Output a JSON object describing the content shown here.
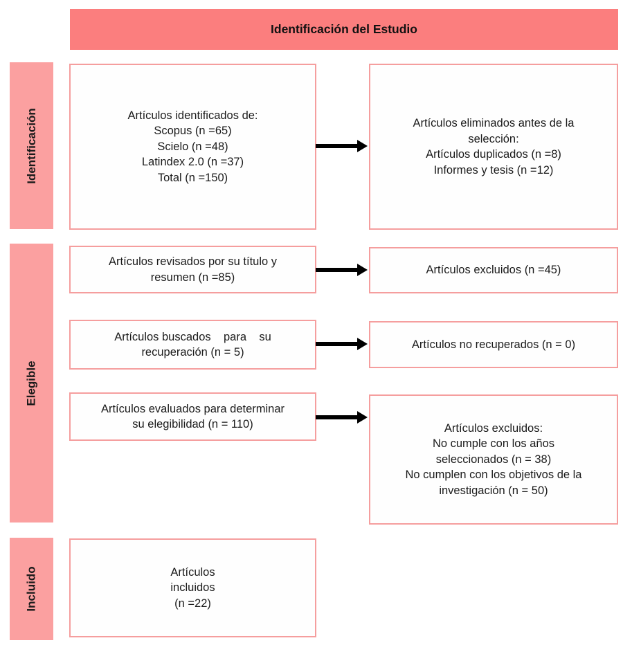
{
  "header": {
    "title": "Identificación del Estudio"
  },
  "stages": [
    {
      "label": "Identificación"
    },
    {
      "label": "Elegible"
    },
    {
      "label": "Incluido"
    }
  ],
  "boxes": {
    "identified": {
      "text": "Artículos identificados de:\nScopus (n =65)\nScielo (n =48)\nLatindex 2.0 (n =37)\nTotal (n =150)"
    },
    "removed_before_screening": {
      "text": "Artículos eliminados antes de la\nselección:\nArtículos duplicados (n =8)\nInformes y tesis (n =12)"
    },
    "screened": {
      "text": "Artículos revisados por su título y\nresumen (n =85)"
    },
    "excluded": {
      "text": "Artículos excluidos (n =45)"
    },
    "sought": {
      "text": "Artículos buscados    para    su\nrecuperación (n = 5)"
    },
    "not_retrieved": {
      "text": "Artículos no recuperados (n = 0)"
    },
    "assessed": {
      "text": "Artículos evaluados para determinar\nsu elegibilidad (n = 110)"
    },
    "excluded_with_reasons": {
      "text": "Artículos excluidos:\nNo cumple con los años\nseleccionados (n = 38)\nNo cumplen con los objetivos de la\ninvestigación (n = 50)"
    },
    "included": {
      "text": "Artículos\nincluidos\n(n =22)"
    }
  },
  "colors": {
    "header_bg": "#FB7E7E",
    "stage_bg": "#FBA0A0",
    "box_border": "#F59E9E",
    "box_bg": "#FEFEFE",
    "arrow": "#000000",
    "text": "#1B1B1B"
  }
}
